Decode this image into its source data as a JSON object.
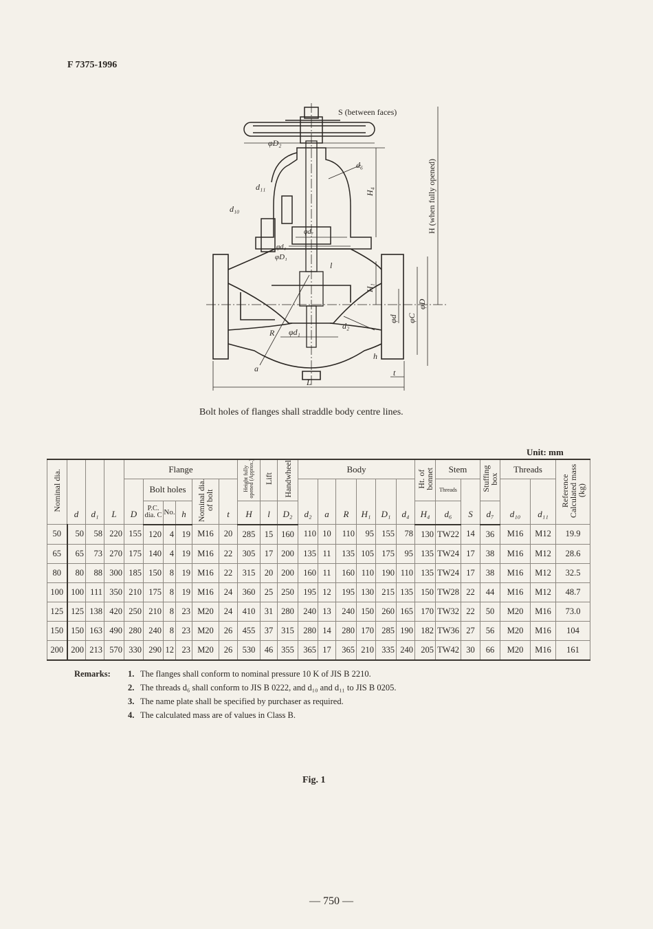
{
  "header": {
    "standard": "F 7375-1996"
  },
  "drawing": {
    "labels": {
      "s": "S (between faces)",
      "d2_phi": "φD₂",
      "d6": "d₆",
      "d11": "d₁₁",
      "d10": "d₁₀",
      "d7_phi": "φd₇",
      "d4_phi": "φd₄",
      "D1_phi": "φD₁",
      "l": "l",
      "H4": "H₄",
      "H1": "H₁",
      "H": "H (when fully opened)",
      "D_phi": "φD",
      "C_phi": "φC",
      "d_phi": "φd",
      "d1_phi": "φd₁",
      "d2": "d₂",
      "R": "R",
      "a": "a",
      "h": "h",
      "t": "t",
      "L": "L"
    },
    "caption": "Bolt holes of flanges shall straddle body centre lines."
  },
  "table": {
    "unit": "Unit: mm",
    "headers": {
      "nominal_dia": "Nominal dia.",
      "d": "d",
      "d1": "d₁",
      "L": "L",
      "flange": "Flange",
      "D": "D",
      "bolt_holes": "Bolt holes",
      "pc_dia": "P.C. dia. C",
      "no": "No.",
      "h": "h",
      "nominal_bolt": "Nominal dia. of bolt",
      "t": "t",
      "height": "Height fully opened (Approx.)",
      "H": "H",
      "lift": "Lift",
      "l": "l",
      "handwheel": "Handwheel",
      "D2": "D₂",
      "body": "Body",
      "d2": "d₂",
      "a": "a",
      "R": "R",
      "H1": "H₁",
      "D1": "D₁",
      "d4": "d₄",
      "bonnet": "Ht. of bonnet",
      "H4": "H₄",
      "stem": "Stem",
      "stem_threads": "Threads",
      "d6": "d₆",
      "S": "S",
      "stuffing": "Stuffing box",
      "d7": "d₇",
      "threads": "Threads",
      "d10": "d₁₀",
      "d11": "d₁₁",
      "mass": "Reference Calculated mass (kg)"
    },
    "rows": [
      [
        "50",
        "50",
        "58",
        "220",
        "155",
        "120",
        "4",
        "19",
        "M16",
        "20",
        "285",
        "15",
        "160",
        "110",
        "10",
        "110",
        "95",
        "155",
        "78",
        "130",
        "TW22",
        "14",
        "36",
        "M16",
        "M12",
        "19.9"
      ],
      [
        "65",
        "65",
        "73",
        "270",
        "175",
        "140",
        "4",
        "19",
        "M16",
        "22",
        "305",
        "17",
        "200",
        "135",
        "11",
        "135",
        "105",
        "175",
        "95",
        "135",
        "TW24",
        "17",
        "38",
        "M16",
        "M12",
        "28.6"
      ],
      [
        "80",
        "80",
        "88",
        "300",
        "185",
        "150",
        "8",
        "19",
        "M16",
        "22",
        "315",
        "20",
        "200",
        "160",
        "11",
        "160",
        "110",
        "190",
        "110",
        "135",
        "TW24",
        "17",
        "38",
        "M16",
        "M12",
        "32.5"
      ],
      [
        "100",
        "100",
        "111",
        "350",
        "210",
        "175",
        "8",
        "19",
        "M16",
        "24",
        "360",
        "25",
        "250",
        "195",
        "12",
        "195",
        "130",
        "215",
        "135",
        "150",
        "TW28",
        "22",
        "44",
        "M16",
        "M12",
        "48.7"
      ],
      [
        "125",
        "125",
        "138",
        "420",
        "250",
        "210",
        "8",
        "23",
        "M20",
        "24",
        "410",
        "31",
        "280",
        "240",
        "13",
        "240",
        "150",
        "260",
        "165",
        "170",
        "TW32",
        "22",
        "50",
        "M20",
        "M16",
        "73.0"
      ],
      [
        "150",
        "150",
        "163",
        "490",
        "280",
        "240",
        "8",
        "23",
        "M20",
        "26",
        "455",
        "37",
        "315",
        "280",
        "14",
        "280",
        "170",
        "285",
        "190",
        "182",
        "TW36",
        "27",
        "56",
        "M20",
        "M16",
        "104"
      ],
      [
        "200",
        "200",
        "213",
        "570",
        "330",
        "290",
        "12",
        "23",
        "M20",
        "26",
        "530",
        "46",
        "355",
        "365",
        "17",
        "365",
        "210",
        "335",
        "240",
        "205",
        "TW42",
        "30",
        "66",
        "M20",
        "M16",
        "161"
      ]
    ]
  },
  "remarks": {
    "label": "Remarks:",
    "items": [
      {
        "n": "1.",
        "text": "The flanges shall conform to nominal pressure 10 K of JIS B 2210."
      },
      {
        "n": "2.",
        "text": "The threads d₆ shall conform to JIS B 0222, and d₁₀ and d₁₁ to JIS B 0205."
      },
      {
        "n": "3.",
        "text": "The name plate shall be specified by purchaser as required."
      },
      {
        "n": "4.",
        "text": "The calculated mass are of values in Class B."
      }
    ]
  },
  "figure": {
    "label": "Fig. 1"
  },
  "page_number": "— 750 —"
}
